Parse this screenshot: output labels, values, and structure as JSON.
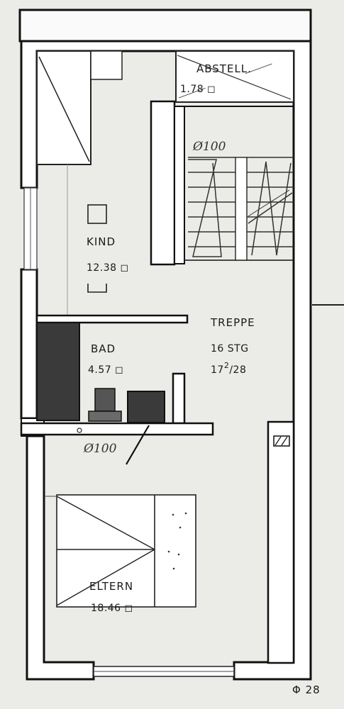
{
  "rooms": {
    "abstell": {
      "name": "ABSTELL.",
      "area": "1.78 ◻"
    },
    "kind": {
      "name": "KIND",
      "area": "12.38 ◻"
    },
    "treppe": {
      "name": "TREPPE",
      "steps": "16 STG",
      "ratio_main": "17",
      "ratio_sup": "2",
      "ratio_rest": "/28"
    },
    "bad": {
      "name": "BAD",
      "area": "4.57 ◻"
    },
    "eltern": {
      "name": "ELTERN",
      "area": "18.46 ◻"
    }
  },
  "annotations": {
    "pipe_upper": "Ø100",
    "pipe_lower": "Ø100",
    "vent_mark": "⊘⊘",
    "corner_mark": "Φ 28"
  }
}
